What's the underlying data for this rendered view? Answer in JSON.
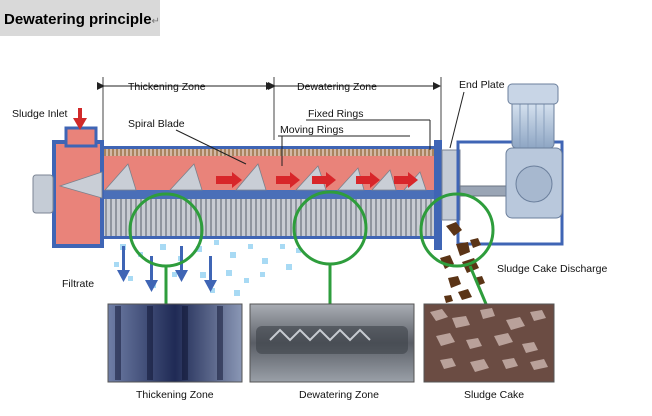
{
  "title": "Dewatering principle",
  "title_mark": "↵",
  "labels": {
    "thickening_zone": "Thickening Zone",
    "dewatering_zone": "Dewatering Zone",
    "end_plate": "End Plate",
    "sludge_inlet": "Sludge Inlet",
    "spiral_blade": "Spiral Blade",
    "fixed_rings": "Fixed Rings",
    "moving_rings": "Moving Rings",
    "filtrate": "Filtrate",
    "sludge_cake_discharge": "Sludge Cake Discharge"
  },
  "captions": [
    "Thickening Zone",
    "Dewatering Zone",
    "Sludge Cake"
  ],
  "colors": {
    "sludge": "#e9837a",
    "frame": "#3f65b5",
    "rings": "#b9bec6",
    "shaft": "#4a6fb8",
    "motor": "#aebfd6",
    "callout": "#2e9d3c",
    "filtrate": "#9fd3f0",
    "cake": "#5b3416"
  }
}
